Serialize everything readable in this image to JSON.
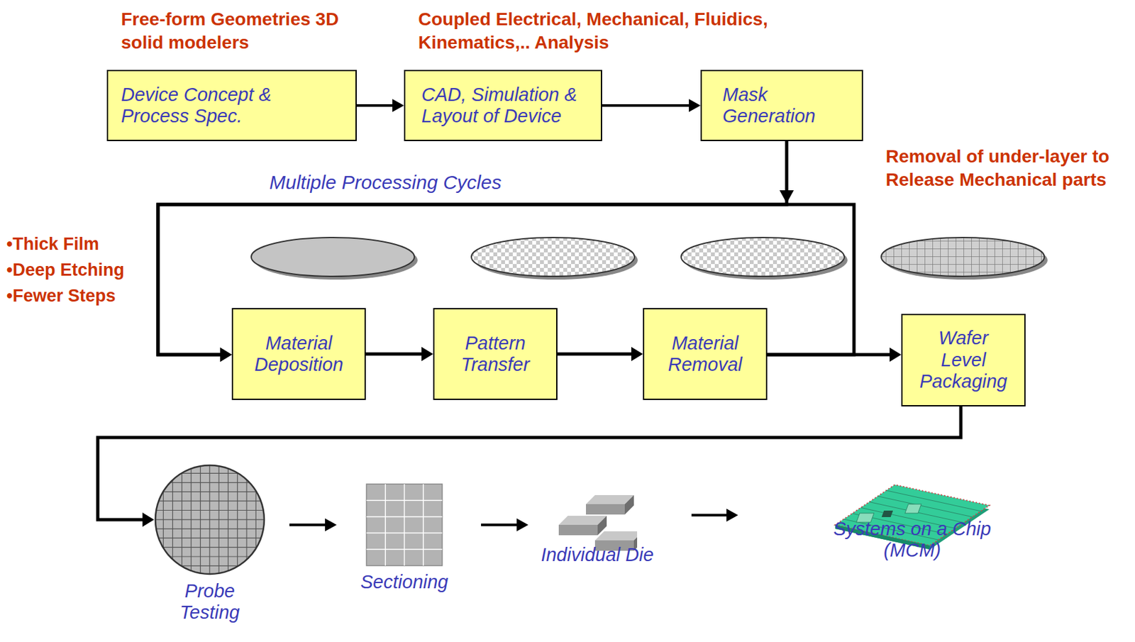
{
  "diagram": {
    "nodes": [
      {
        "text": [
          "Device Concept & Process Spec."
        ]
      },
      {
        "text": [
          "CAD, Simulation & Layout of Device"
        ]
      },
      {
        "text": [
          "Mask Generation"
        ]
      },
      {
        "text": [
          "Material Deposition"
        ]
      },
      {
        "text": [
          "Pattern Transfer"
        ]
      },
      {
        "text": [
          "Material Removal"
        ]
      },
      {
        "text": [
          "Wafer Level Packaging"
        ]
      },
      {
        "text": [
          "Probe Testing"
        ]
      },
      {
        "text": [
          "Sectioning"
        ]
      },
      {
        "text": [
          "Individual Die"
        ]
      },
      {
        "text": [
          "Systems on a Chip (MCM)"
        ]
      }
    ],
    "edges": [
      {
        "from": 0,
        "to": 1,
        "arrow": "to"
      },
      {
        "from": 1,
        "to": 2,
        "arrow": "to"
      },
      {
        "from": 2,
        "to": 3,
        "arrow": "to"
      },
      {
        "from": 3,
        "to": 4,
        "arrow": "to"
      },
      {
        "from": 4,
        "to": 5,
        "arrow": "to"
      },
      {
        "from": 5,
        "to": 6,
        "arrow": "to"
      },
      {
        "from": 5,
        "to": 3,
        "arrow": "to"
      },
      {
        "from": 6,
        "to": 7,
        "arrow": "to"
      },
      {
        "from": 7,
        "to": 8,
        "arrow": "to"
      },
      {
        "from": 8,
        "to": 9,
        "arrow": "to"
      },
      {
        "from": 9,
        "to": 10,
        "arrow": "to"
      }
    ],
    "labels": [
      "Free-form Geometries 3D solid modelers",
      "Coupled Electrical, Mechanical, Fluidics, Kinematics,.. Analysis",
      "Multiple Processing Cycles",
      "Removal of under-layer to Release Mechanical parts",
      "•Thick Film",
      "•Deep Etching",
      "•Fewer Steps"
    ]
  }
}
